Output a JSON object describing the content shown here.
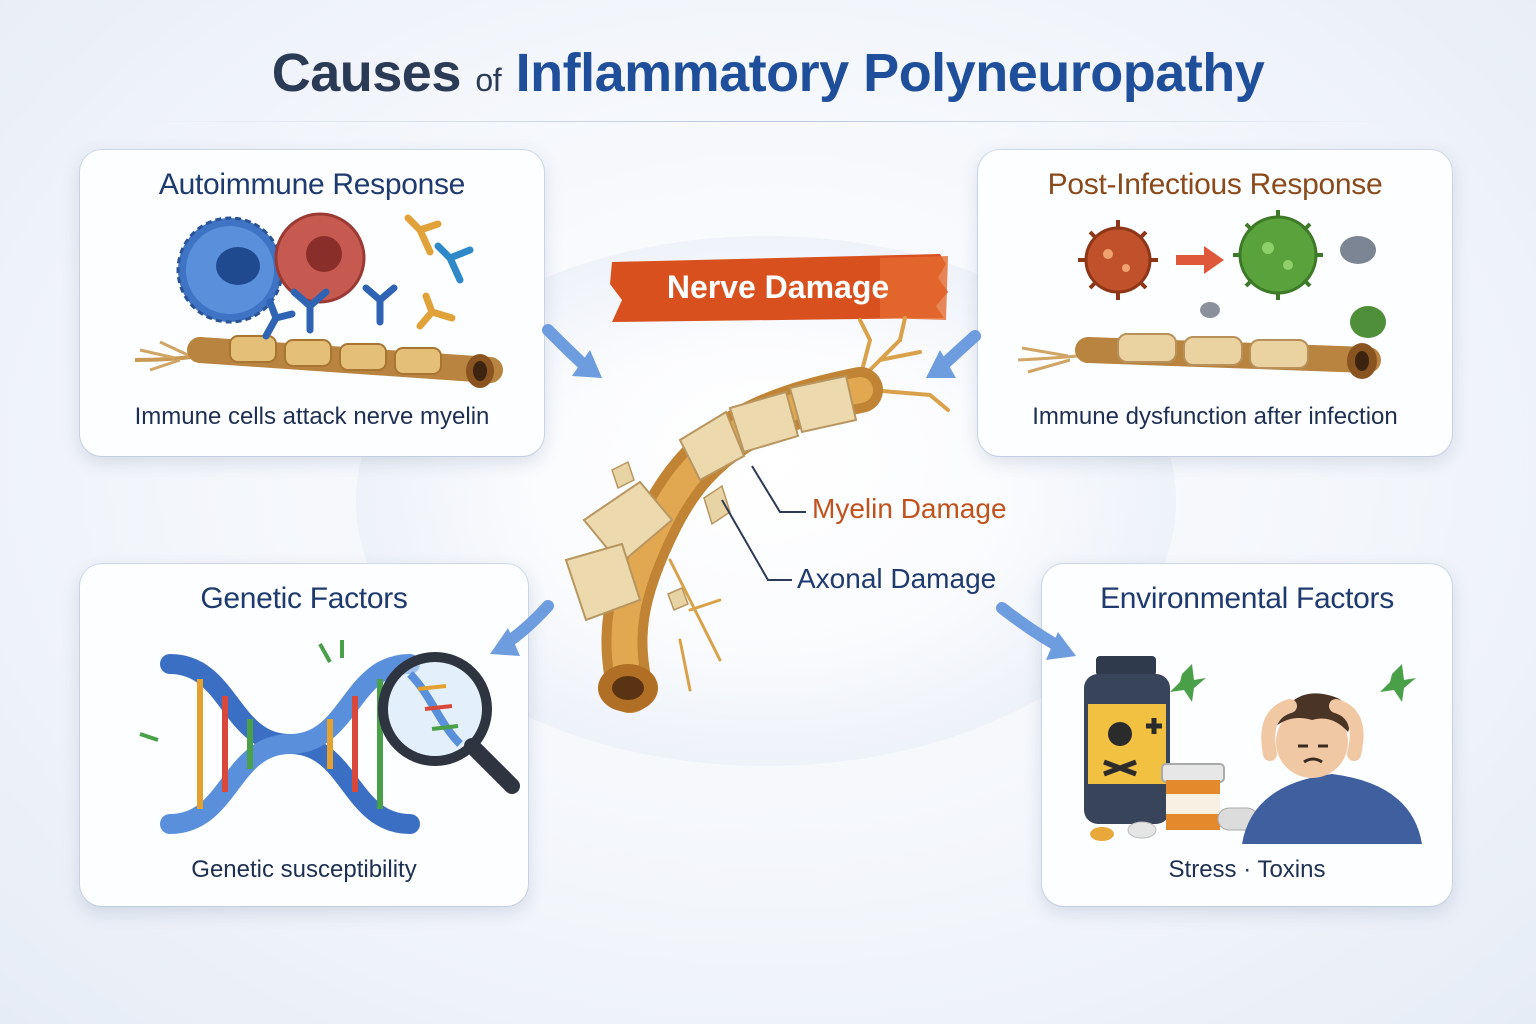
{
  "title": {
    "part1": "Causes",
    "part2": "of",
    "part3": "Inflammatory Polyneuropathy"
  },
  "center": {
    "banner": "Nerve Damage",
    "callout_myelin": "Myelin Damage",
    "callout_axonal": "Axonal Damage"
  },
  "cards": {
    "autoimmune": {
      "title": "Autoimmune Response",
      "caption": "Immune cells attack nerve myelin"
    },
    "post_infectious": {
      "title": "Post-Infectious Response",
      "caption": "Immune dysfunction after infection"
    },
    "genetic": {
      "title": "Genetic Factors",
      "caption": "Genetic susceptibility"
    },
    "environmental": {
      "title": "Environmental Factors",
      "caption": "Stress · Toxins"
    }
  },
  "colors": {
    "title_dark": "#2b3a55",
    "title_blue": "#1f4f9b",
    "banner_orange": "#d9501f",
    "myelin_orange": "#c2521d",
    "post_infectious_brown": "#8a4a1c",
    "arrow_blue": "#5b8fd6"
  }
}
